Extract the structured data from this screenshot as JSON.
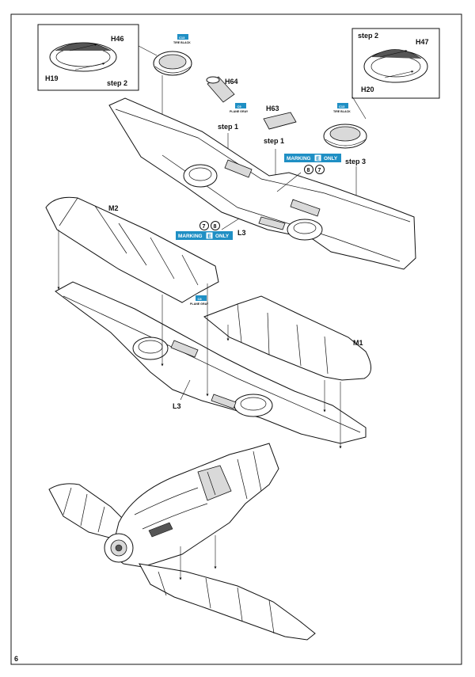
{
  "page": {
    "number": "6"
  },
  "labels": {
    "h46": "H46",
    "h19": "H19",
    "h47": "H47",
    "h20": "H20",
    "h64": "H64",
    "h63": "H63",
    "m1": "M1",
    "m2": "M2",
    "l3": "L3",
    "step1": "step 1",
    "step2": "step 2",
    "step3": "step 3"
  },
  "paint_callouts": {
    "c13": {
      "code": "C13",
      "caption": "TIRE BLACK"
    },
    "c9": {
      "code": "C9",
      "caption": "PLANE GRAY"
    },
    "c8": {
      "code": "C8",
      "caption": "PLANE GRAY"
    }
  },
  "marking_notes": {
    "prefix": "MARKING",
    "letter": "E",
    "suffix": "ONLY"
  },
  "symbols": {
    "bend_a": "7",
    "bend_b": "8"
  },
  "colors": {
    "callout_blue": "#1f8fc4",
    "ink": "#111111"
  }
}
